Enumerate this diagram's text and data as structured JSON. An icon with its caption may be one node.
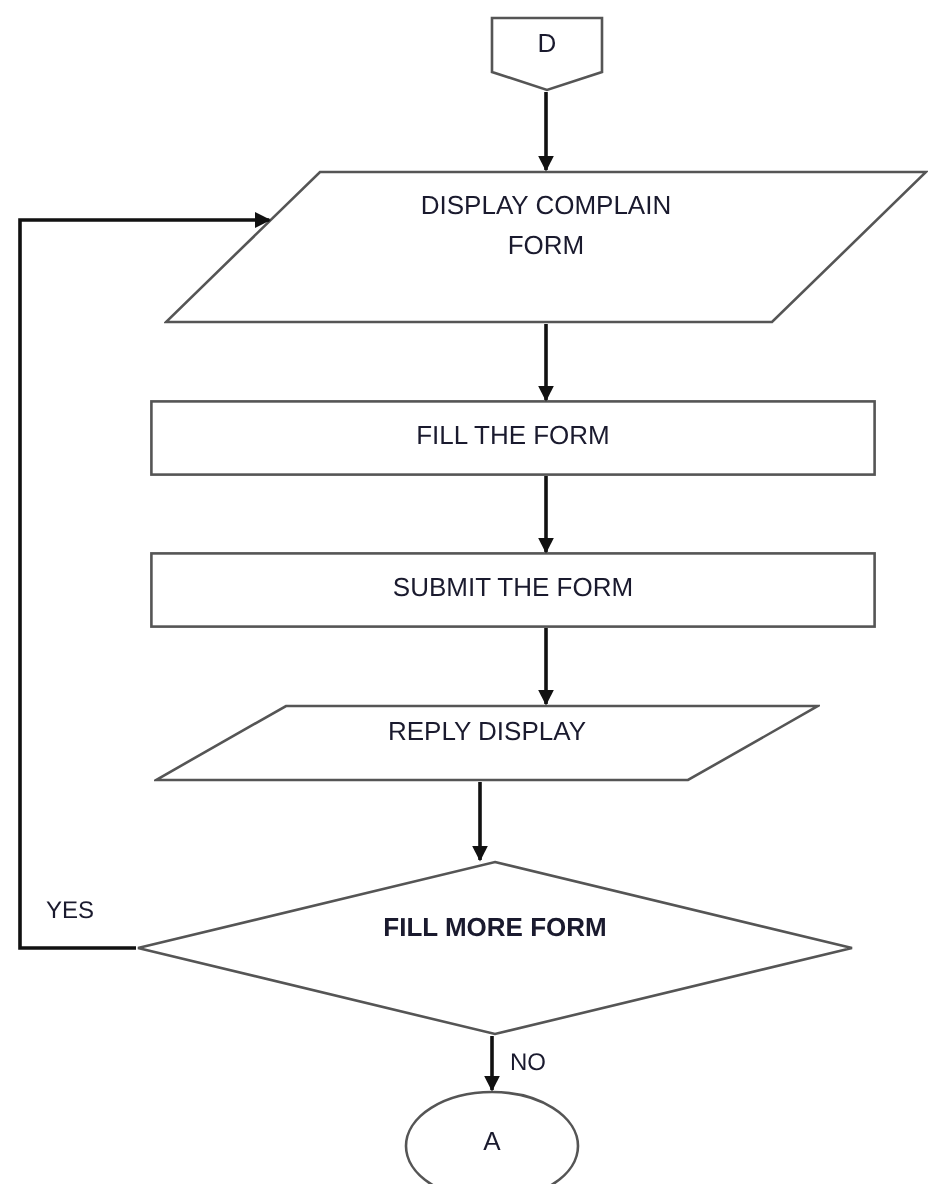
{
  "diagram": {
    "nodes": [
      {
        "text": [
          "D"
        ]
      },
      {
        "text": [
          "DISPLAY COMPLAIN FORM"
        ]
      },
      {
        "text": [
          "FILL THE FORM"
        ]
      },
      {
        "text": [
          "SUBMIT THE FORM"
        ]
      },
      {
        "text": [
          "REPLY DISPLAY"
        ]
      },
      {
        "text": [
          "FILL MORE FORM"
        ]
      },
      {
        "text": [
          "A"
        ]
      }
    ],
    "edges": [
      {
        "from": 0,
        "to": 1,
        "arrow": "to"
      },
      {
        "from": 1,
        "to": 2,
        "arrow": "to"
      },
      {
        "from": 2,
        "to": 3,
        "arrow": "to"
      },
      {
        "from": 3,
        "to": 4,
        "arrow": "to"
      },
      {
        "from": 4,
        "to": 5,
        "arrow": "to"
      },
      {
        "from": 5,
        "to": 1,
        "arrow": "to",
        "label": "YES"
      },
      {
        "from": 5,
        "to": 6,
        "arrow": "to",
        "label": "NO"
      }
    ]
  }
}
